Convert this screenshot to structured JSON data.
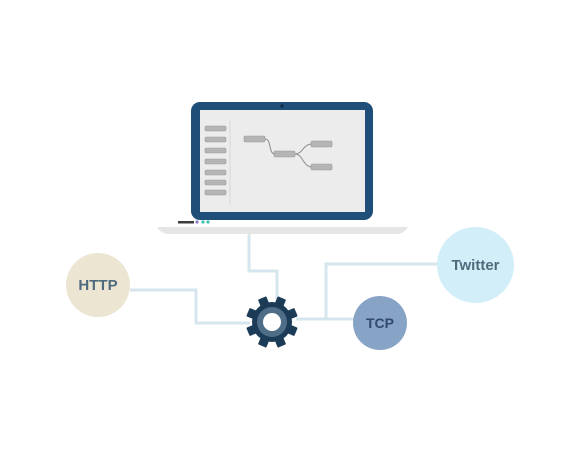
{
  "nodes": {
    "http": "HTTP",
    "tcp": "TCP",
    "twitter": "Twitter"
  },
  "colors": {
    "laptop_frame": "#1f4e79",
    "screen": "#ececec",
    "connector": "#d5e6ee",
    "gear": "#1c3b57",
    "http_circle": "#ebe5d2",
    "tcp_circle": "#87a3c6",
    "twitter_circle": "#d2eef8"
  },
  "icons": [
    "laptop-icon",
    "gear-icon"
  ]
}
